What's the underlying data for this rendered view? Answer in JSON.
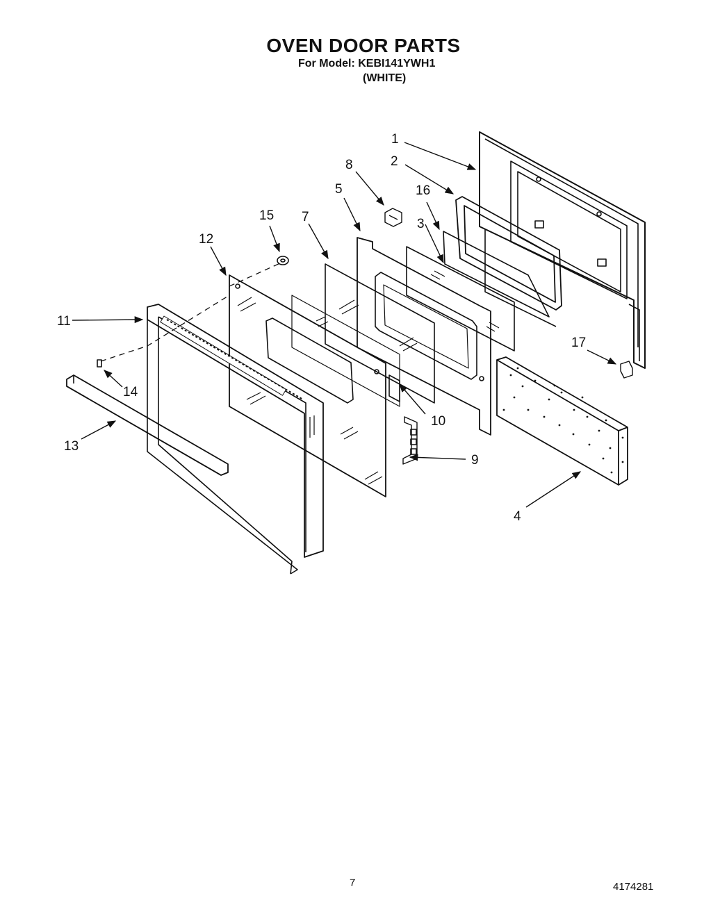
{
  "header": {
    "title": "OVEN DOOR PARTS",
    "model_line": "For Model: KEBI141YWH1",
    "color_line": "(WHITE)"
  },
  "callouts": [
    "1",
    "2",
    "3",
    "4",
    "5",
    "7",
    "8",
    "9",
    "10",
    "11",
    "12",
    "13",
    "14",
    "15",
    "16",
    "17"
  ],
  "footer": {
    "page_number": "7",
    "document_number": "4174281"
  }
}
